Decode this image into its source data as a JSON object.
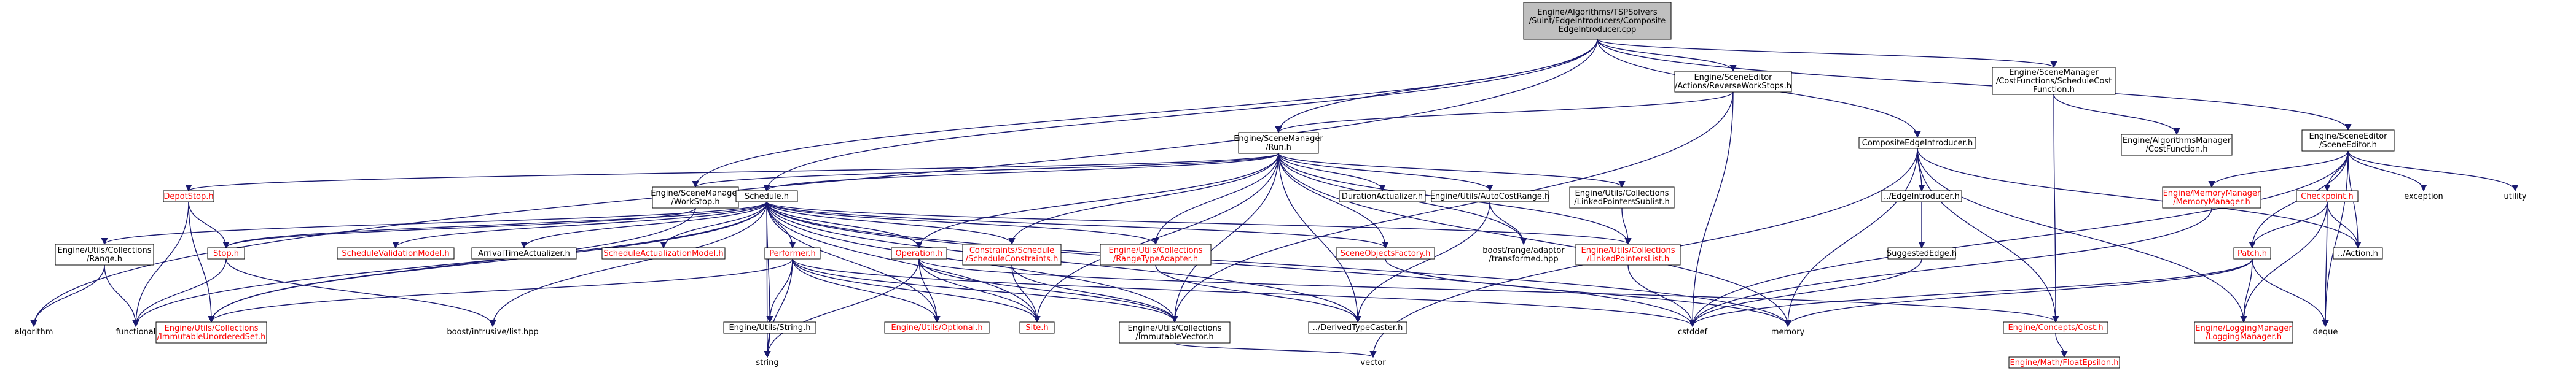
{
  "colors": {
    "edge": "#191970",
    "node_fill": "#ffffff",
    "root_fill": "#bfbfbf",
    "node_stroke": "#000000",
    "text_normal": "#000000",
    "text_link_missing": "#ff0000"
  },
  "nodes": [
    {
      "id": "root",
      "lines": [
        "Engine/Algorithms/TSPSolvers",
        "/Suint/EdgeIntroducers/Composite",
        "EdgeIntroducer.cpp"
      ],
      "style": "root"
    },
    {
      "id": "algorithm",
      "lines": [
        "algorithm"
      ],
      "style": "plain"
    },
    {
      "id": "workstop",
      "lines": [
        "Engine/SceneManager",
        "/WorkStop.h"
      ],
      "style": "boxed"
    },
    {
      "id": "reverse",
      "lines": [
        "Engine/SceneEditor",
        "/Actions/ReverseWorkStops.h"
      ],
      "style": "boxed"
    },
    {
      "id": "composite",
      "lines": [
        "CompositeEdgeIntroducer.h"
      ],
      "style": "boxed"
    },
    {
      "id": "schedcostfn",
      "lines": [
        "Engine/SceneManager",
        "/CostFunctions/ScheduleCost",
        "Function.h"
      ],
      "style": "boxed"
    },
    {
      "id": "sceneeditor",
      "lines": [
        "Engine/SceneEditor",
        "/SceneEditor.h"
      ],
      "style": "boxed"
    },
    {
      "id": "run",
      "lines": [
        "Engine/SceneManager",
        "/Run.h"
      ],
      "style": "boxed"
    },
    {
      "id": "costfunction",
      "lines": [
        "Engine/AlgorithmsManager",
        "/CostFunction.h"
      ],
      "style": "boxed"
    },
    {
      "id": "depotstop",
      "lines": [
        "DepotStop.h"
      ],
      "style": "red"
    },
    {
      "id": "schedule",
      "lines": [
        "Schedule.h"
      ],
      "style": "boxed"
    },
    {
      "id": "durationact",
      "lines": [
        "DurationActualizer.h"
      ],
      "style": "boxed"
    },
    {
      "id": "autocost",
      "lines": [
        "Engine/Utils/AutoCostRange.h"
      ],
      "style": "boxed"
    },
    {
      "id": "linkedsublist",
      "lines": [
        "Engine/Utils/Collections",
        "/LinkedPointersSublist.h"
      ],
      "style": "boxed"
    },
    {
      "id": "edgeintro",
      "lines": [
        "../EdgeIntroducer.h"
      ],
      "style": "boxed"
    },
    {
      "id": "memorymgr",
      "lines": [
        "Engine/MemoryManager",
        "/MemoryManager.h"
      ],
      "style": "red"
    },
    {
      "id": "checkpoint",
      "lines": [
        "Checkpoint.h"
      ],
      "style": "red"
    },
    {
      "id": "exception",
      "lines": [
        "exception"
      ],
      "style": "plain"
    },
    {
      "id": "utility",
      "lines": [
        "utility"
      ],
      "style": "plain"
    },
    {
      "id": "range",
      "lines": [
        "Engine/Utils/Collections",
        "/Range.h"
      ],
      "style": "boxed"
    },
    {
      "id": "stop",
      "lines": [
        "Stop.h"
      ],
      "style": "red"
    },
    {
      "id": "schedvalid",
      "lines": [
        "ScheduleValidationModel.h"
      ],
      "style": "red"
    },
    {
      "id": "arrivaltime",
      "lines": [
        "ArrivalTimeActualizer.h"
      ],
      "style": "boxed"
    },
    {
      "id": "schedactual",
      "lines": [
        "ScheduleActualizationModel.h"
      ],
      "style": "red"
    },
    {
      "id": "performer",
      "lines": [
        "Performer.h"
      ],
      "style": "red"
    },
    {
      "id": "operation",
      "lines": [
        "Operation.h"
      ],
      "style": "red"
    },
    {
      "id": "constraints",
      "lines": [
        "Constraints/Schedule",
        "/ScheduleConstraints.h"
      ],
      "style": "red"
    },
    {
      "id": "rangetype",
      "lines": [
        "Engine/Utils/Collections",
        "/RangeTypeAdapter.h"
      ],
      "style": "red"
    },
    {
      "id": "sceneobjfactory",
      "lines": [
        "SceneObjectsFactory.h"
      ],
      "style": "red"
    },
    {
      "id": "boosttrans",
      "lines": [
        "boost/range/adaptor",
        "/transformed.hpp"
      ],
      "style": "plain"
    },
    {
      "id": "linkedlist",
      "lines": [
        "Engine/Utils/Collections",
        "/LinkedPointersList.h"
      ],
      "style": "red"
    },
    {
      "id": "suggestededge",
      "lines": [
        "SuggestedEdge.h"
      ],
      "style": "boxed"
    },
    {
      "id": "action",
      "lines": [
        "../Action.h"
      ],
      "style": "boxed"
    },
    {
      "id": "patch",
      "lines": [
        "Patch.h"
      ],
      "style": "red"
    },
    {
      "id": "functional",
      "lines": [
        "functional"
      ],
      "style": "plain"
    },
    {
      "id": "unordset",
      "lines": [
        "Engine/Utils/Collections",
        "/ImmutableUnorderedSet.h"
      ],
      "style": "red"
    },
    {
      "id": "boostlist",
      "lines": [
        "boost/intrusive/list.hpp"
      ],
      "style": "plain"
    },
    {
      "id": "enginestring",
      "lines": [
        "Engine/Utils/String.h"
      ],
      "style": "boxed"
    },
    {
      "id": "optional",
      "lines": [
        "Engine/Utils/Optional.h"
      ],
      "style": "red"
    },
    {
      "id": "siteh",
      "lines": [
        "Site.h"
      ],
      "style": "red"
    },
    {
      "id": "immvector",
      "lines": [
        "Engine/Utils/Collections",
        "/ImmutableVector.h"
      ],
      "style": "boxed"
    },
    {
      "id": "derivedtype",
      "lines": [
        "../DerivedTypeCaster.h"
      ],
      "style": "boxed"
    },
    {
      "id": "memory",
      "lines": [
        "memory"
      ],
      "style": "plain"
    },
    {
      "id": "cstddef",
      "lines": [
        "cstddef"
      ],
      "style": "plain"
    },
    {
      "id": "cost",
      "lines": [
        "Engine/Concepts/Cost.h"
      ],
      "style": "red"
    },
    {
      "id": "loggingmgr",
      "lines": [
        "Engine/LoggingManager",
        "/LoggingManager.h"
      ],
      "style": "red"
    },
    {
      "id": "deque",
      "lines": [
        "deque"
      ],
      "style": "plain"
    },
    {
      "id": "stringh",
      "lines": [
        "string"
      ],
      "style": "plain"
    },
    {
      "id": "vector",
      "lines": [
        "vector"
      ],
      "style": "plain"
    },
    {
      "id": "floatepsilon",
      "lines": [
        "Engine/Math/FloatEpsilon.h"
      ],
      "style": "red"
    }
  ],
  "edges": [
    [
      "root",
      "algorithm"
    ],
    [
      "root",
      "workstop"
    ],
    [
      "root",
      "reverse"
    ],
    [
      "root",
      "composite"
    ],
    [
      "root",
      "schedcostfn"
    ],
    [
      "root",
      "sceneeditor"
    ],
    [
      "root",
      "run"
    ],
    [
      "root",
      "schedule"
    ],
    [
      "reverse",
      "run"
    ],
    [
      "reverse",
      "cstddef"
    ],
    [
      "reverse",
      "immvector"
    ],
    [
      "schedcostfn",
      "cost"
    ],
    [
      "schedcostfn",
      "costfunction"
    ],
    [
      "composite",
      "edgeintro"
    ],
    [
      "composite",
      "cost"
    ],
    [
      "composite",
      "memory"
    ],
    [
      "composite",
      "loggingmgr"
    ],
    [
      "composite",
      "vector"
    ],
    [
      "composite",
      "action"
    ],
    [
      "sceneeditor",
      "memorymgr"
    ],
    [
      "sceneeditor",
      "checkpoint"
    ],
    [
      "sceneeditor",
      "patch"
    ],
    [
      "sceneeditor",
      "exception"
    ],
    [
      "sceneeditor",
      "utility"
    ],
    [
      "sceneeditor",
      "action"
    ],
    [
      "sceneeditor",
      "deque"
    ],
    [
      "sceneeditor",
      "cstddef"
    ],
    [
      "run",
      "depotstop"
    ],
    [
      "run",
      "workstop"
    ],
    [
      "run",
      "schedule"
    ],
    [
      "run",
      "durationact"
    ],
    [
      "run",
      "autocost"
    ],
    [
      "run",
      "linkedsublist"
    ],
    [
      "run",
      "boosttrans"
    ],
    [
      "run",
      "linkedlist"
    ],
    [
      "run",
      "memory"
    ],
    [
      "run",
      "sceneobjfactory"
    ],
    [
      "run",
      "rangetype"
    ],
    [
      "run",
      "constraints"
    ],
    [
      "run",
      "operation"
    ],
    [
      "run",
      "immvector"
    ],
    [
      "run",
      "derivedtype"
    ],
    [
      "run",
      "siteh"
    ],
    [
      "depotstop",
      "stop"
    ],
    [
      "depotstop",
      "unordset"
    ],
    [
      "depotstop",
      "functional"
    ],
    [
      "workstop",
      "stop"
    ],
    [
      "workstop",
      "unordset"
    ],
    [
      "schedule",
      "range"
    ],
    [
      "schedule",
      "stop"
    ],
    [
      "schedule",
      "schedvalid"
    ],
    [
      "schedule",
      "arrivaltime"
    ],
    [
      "schedule",
      "schedactual"
    ],
    [
      "schedule",
      "performer"
    ],
    [
      "schedule",
      "operation"
    ],
    [
      "schedule",
      "constraints"
    ],
    [
      "schedule",
      "rangetype"
    ],
    [
      "schedule",
      "sceneobjfactory"
    ],
    [
      "schedule",
      "linkedlist"
    ],
    [
      "schedule",
      "boostlist"
    ],
    [
      "schedule",
      "enginestring"
    ],
    [
      "schedule",
      "immvector"
    ],
    [
      "schedule",
      "cstddef"
    ],
    [
      "schedule",
      "functional"
    ],
    [
      "schedule",
      "stringh"
    ],
    [
      "schedule",
      "optional"
    ],
    [
      "schedule",
      "siteh"
    ],
    [
      "schedule",
      "derivedtype"
    ],
    [
      "schedule",
      "memory"
    ],
    [
      "schedule",
      "unordset"
    ],
    [
      "autocost",
      "boosttrans"
    ],
    [
      "autocost",
      "derivedtype"
    ],
    [
      "linkedsublist",
      "linkedlist"
    ],
    [
      "edgeintro",
      "suggestededge"
    ],
    [
      "suggestededge",
      "cstddef"
    ],
    [
      "memorymgr",
      "cstddef"
    ],
    [
      "checkpoint",
      "action"
    ],
    [
      "checkpoint",
      "patch"
    ],
    [
      "checkpoint",
      "deque"
    ],
    [
      "checkpoint",
      "loggingmgr"
    ],
    [
      "patch",
      "cstddef"
    ],
    [
      "patch",
      "deque"
    ],
    [
      "patch",
      "loggingmgr"
    ],
    [
      "patch",
      "memory"
    ],
    [
      "range",
      "algorithm"
    ],
    [
      "range",
      "functional"
    ],
    [
      "stop",
      "functional"
    ],
    [
      "stop",
      "boostlist"
    ],
    [
      "performer",
      "optional"
    ],
    [
      "performer",
      "enginestring"
    ],
    [
      "performer",
      "stringh"
    ],
    [
      "performer",
      "unordset"
    ],
    [
      "performer",
      "immvector"
    ],
    [
      "performer",
      "cstddef"
    ],
    [
      "performer",
      "siteh"
    ],
    [
      "operation",
      "stringh"
    ],
    [
      "operation",
      "immvector"
    ],
    [
      "operation",
      "optional"
    ],
    [
      "operation",
      "siteh"
    ],
    [
      "operation",
      "cost"
    ],
    [
      "constraints",
      "siteh"
    ],
    [
      "constraints",
      "immvector"
    ],
    [
      "rangetype",
      "derivedtype"
    ],
    [
      "sceneobjfactory",
      "memory"
    ],
    [
      "linkedlist",
      "cstddef"
    ],
    [
      "enginestring",
      "stringh"
    ],
    [
      "immvector",
      "vector"
    ],
    [
      "cost",
      "floatepsilon"
    ]
  ]
}
